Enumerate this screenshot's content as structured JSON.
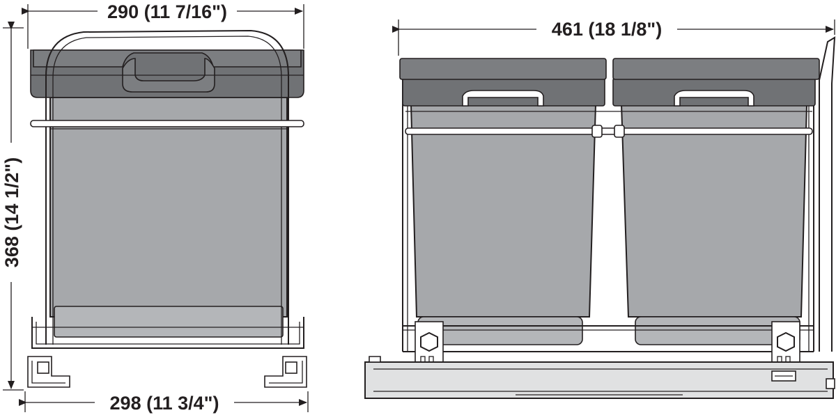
{
  "dimensions": {
    "top_width_left": "290 (11 7/16\")",
    "height_left": "368 (14 1/2\")",
    "bottom_width_left": "298 (11 3/4\")",
    "top_width_right": "461 (18 1/8\")"
  },
  "colors": {
    "line": "#231f20",
    "lid": "#707275",
    "bin": "#a6a8ab",
    "background": "#ffffff"
  }
}
